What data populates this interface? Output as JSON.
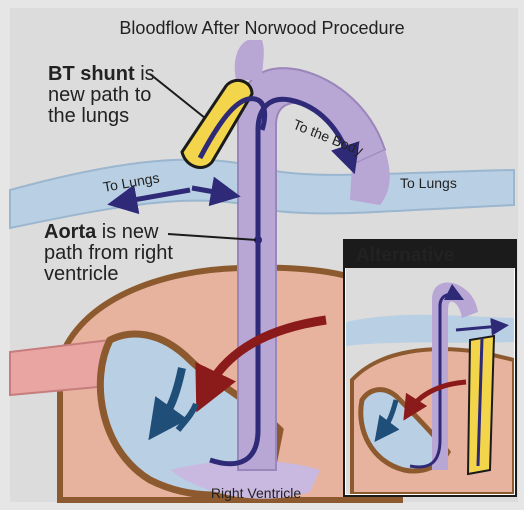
{
  "title": "Bloodflow After Norwood Procedure",
  "labels": {
    "bt_shunt_bold": "BT shunt",
    "bt_shunt_line1": " is",
    "bt_shunt_line2": "new path to",
    "bt_shunt_line3": "the lungs",
    "aorta_bold": "Aorta",
    "aorta_line1": " is new",
    "aorta_line2": "path from right",
    "aorta_line3": "ventricle",
    "to_lungs_left": "To Lungs",
    "to_lungs_right": "To Lungs",
    "to_the_body": "To the Body",
    "right_ventricle": "Right Ventricle"
  },
  "inset": {
    "title": "Alternative"
  },
  "colors": {
    "background": "#dcdcdc",
    "pulmonary": "#b9cfe3",
    "aorta": "#b8a6d4",
    "heart_tissue": "#e8b39e",
    "heart_outline": "#8c5a2e",
    "shunt": "#f2d54a",
    "path_dark": "#2e2a78",
    "arrow_red": "#8b1a1a",
    "arrow_blue": "#1f4e78",
    "inset_header": "#1b1b1b"
  }
}
